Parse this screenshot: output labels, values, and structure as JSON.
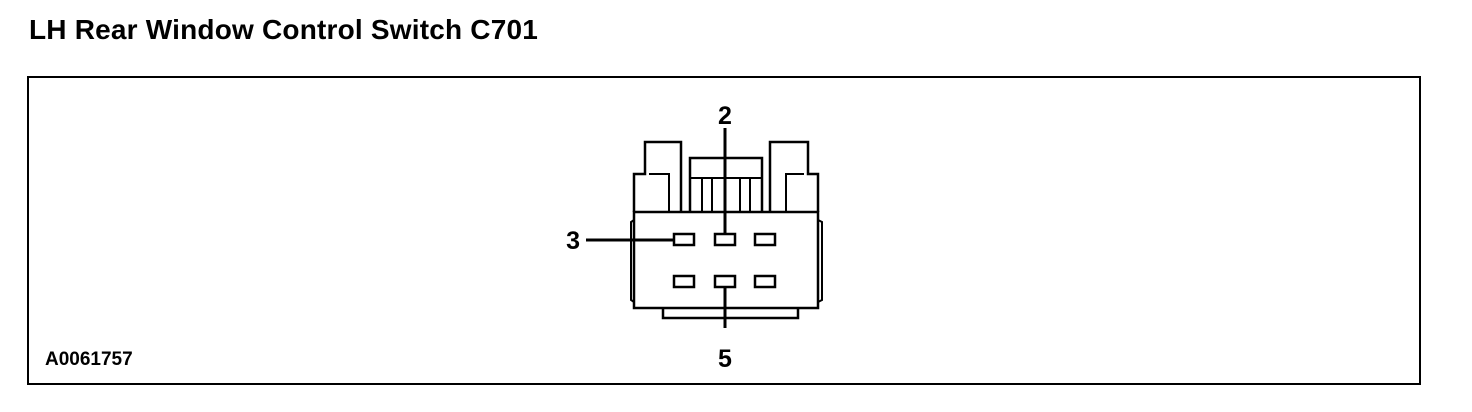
{
  "title": "LH Rear Window Control Switch C701",
  "figure_id": "A0061757",
  "pins": [
    {
      "number": "2"
    },
    {
      "number": "3"
    },
    {
      "number": "5"
    }
  ]
}
